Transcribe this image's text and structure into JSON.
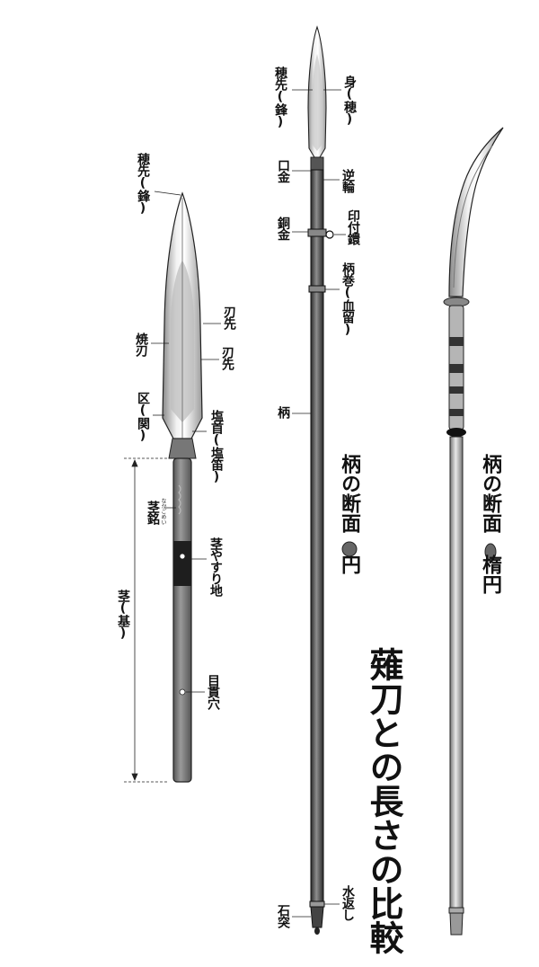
{
  "labels": {
    "hosaki_kissaki": "穂先(鋒)",
    "hasaki_1": "刃先",
    "yakiba": "焼刃",
    "hasaki_2": "刃先",
    "machi": "区(関)",
    "shiokubi": "塩首(塩笛)",
    "nakago_mei": "茎銘",
    "nakago_mei_ruby": "なかごめい",
    "nakago_yasurichi": "茎やすり地",
    "nakago_moto": "茎(基)",
    "mekugi_ana": "目貫穴",
    "hosaki_right": "穂先(鋒)",
    "mi_ho": "身(穂)",
    "kuchigane": "口金",
    "sakawa": "逆輪",
    "dougane": "銅金",
    "inzuke_kan": "印付鐶",
    "kensaki_chidome": "柄巻(血留)",
    "e": "柄",
    "mizugaeshi": "水返し",
    "ishizuki": "石突"
  },
  "section_spear": {
    "text": "柄の断面",
    "shape": "円"
  },
  "section_naginata": {
    "text": "柄の断面",
    "shape": "楕円"
  },
  "main_title": "薙刀との長さの比較"
}
